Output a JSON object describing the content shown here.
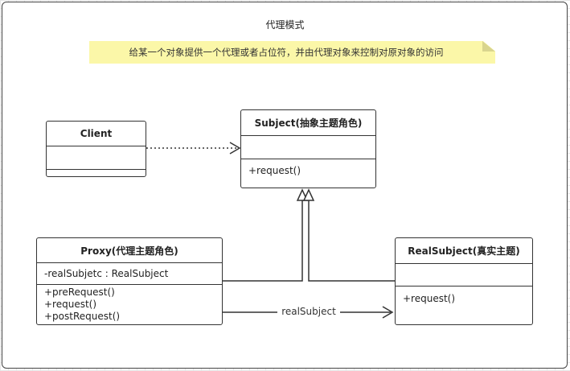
{
  "diagram": {
    "title": "代理模式",
    "note": "给某一个对象提供一个代理或者占位符，并由代理对象来控制对原对象的访问",
    "classes": {
      "client": {
        "name": "Client",
        "attributes": [],
        "operations": []
      },
      "subject": {
        "name": "Subject(抽象主题角色)",
        "attributes": [],
        "operations": [
          "+request()"
        ]
      },
      "proxy": {
        "name": "Proxy(代理主题角色)",
        "attributes": [
          "-realSubjetc : RealSubject"
        ],
        "operations": [
          "+preRequest()",
          "+request()",
          "+postRequest()"
        ]
      },
      "real_subject": {
        "name": "RealSubject(真实主题)",
        "attributes": [],
        "operations": [
          "+request()"
        ]
      }
    },
    "relations": {
      "association_label": "realSubject"
    }
  }
}
